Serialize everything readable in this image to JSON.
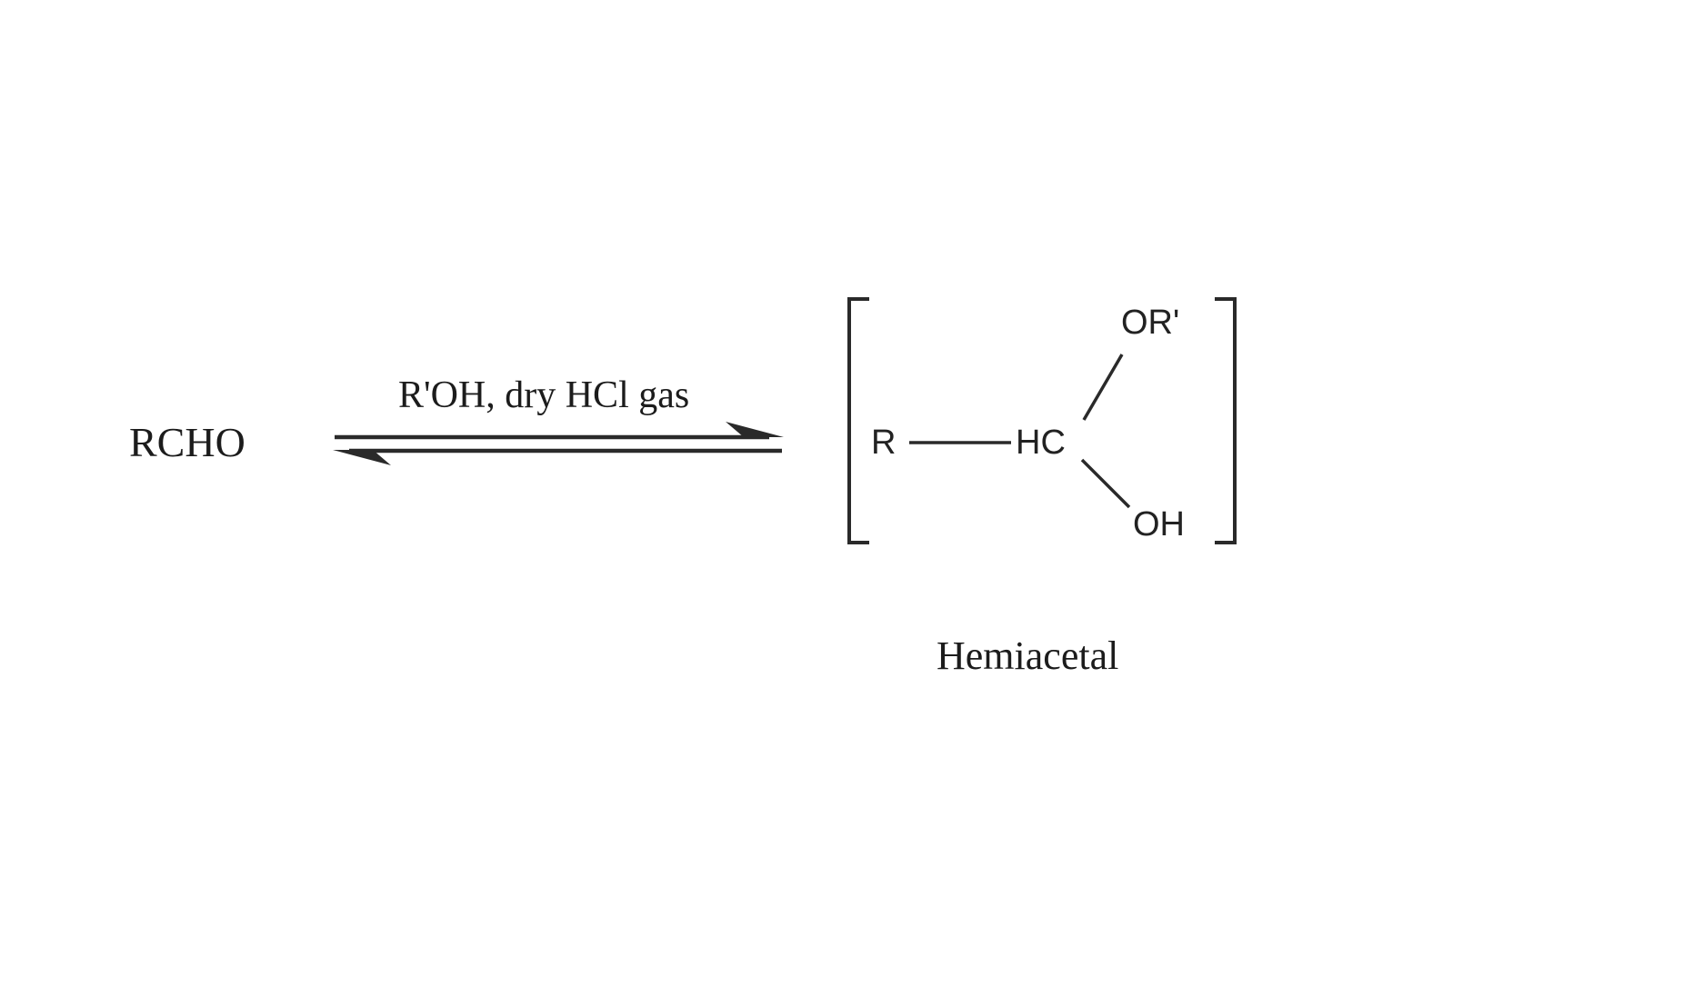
{
  "scheme": {
    "reactant": {
      "formula": "RCHO"
    },
    "arrow": {
      "type": "equilibrium",
      "conditions": "R'OH, dry HCl gas"
    },
    "product": {
      "r_group": "R",
      "central_atom": "HC",
      "top_substituent": "OR'",
      "bottom_substituent": "OH",
      "name": "Hemiacetal",
      "bracketed": true
    },
    "colors": {
      "ink": "#1c1c1c",
      "background": "#ffffff"
    }
  }
}
